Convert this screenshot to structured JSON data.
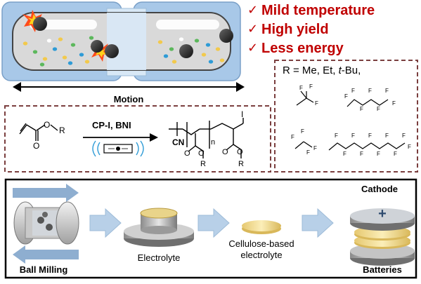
{
  "benefits": [
    "Mild temperature",
    "High yield",
    "Less energy"
  ],
  "mill": {
    "motion_label": "Motion"
  },
  "reaction": {
    "reagents": "CP-I, BNI",
    "r_group": "R",
    "ester_o": "O",
    "cn": "CN",
    "iodine": "I",
    "n_sub": "n"
  },
  "substituents": {
    "label": "R = Me, Et, t-Bu,",
    "prefix": "R = Me, Et, ",
    "tbu_t": "t",
    "tbu_rest": "-Bu,",
    "fluorine": "F"
  },
  "process": {
    "cathode_label": "Cathode",
    "cathode_sign": "+",
    "steps": [
      "Ball Milling",
      "Electrolyte",
      "Cellulose-based electrolyte",
      "Batteries"
    ],
    "cellulose_line1": "Cellulose-based",
    "cellulose_line2": "electrolyte"
  },
  "colors": {
    "jar_blue": "#a8c8e8",
    "jar_inner": "#d9d9d9",
    "benefit_red": "#c00000",
    "dash_brown": "#7b3f3f",
    "arrow_blue": "#b8d0e8",
    "ball_dark": "#333333",
    "particle_green": "#5cb85c",
    "particle_yellow": "#f2c94c",
    "particle_blue": "#2e9bd6",
    "electrolyte_yellow": "#efd98a"
  }
}
